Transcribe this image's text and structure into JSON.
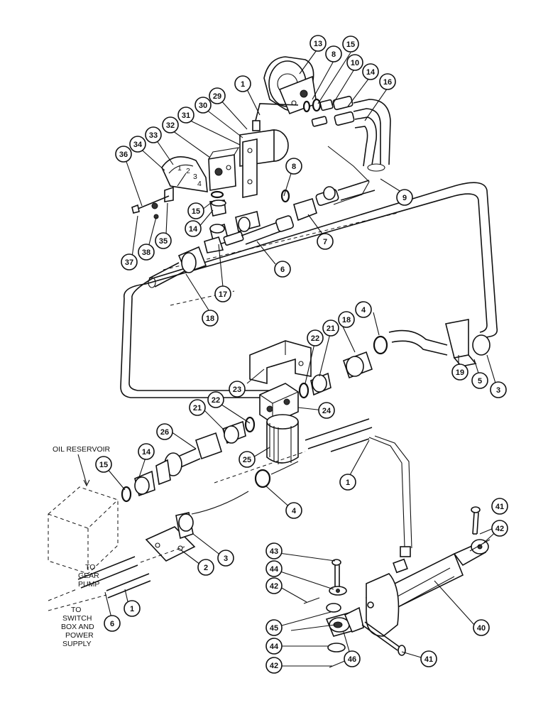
{
  "callouts": [
    {
      "id": "c13",
      "text": "13"
    },
    {
      "id": "c8a",
      "text": "8"
    },
    {
      "id": "c15a",
      "text": "15"
    },
    {
      "id": "c10",
      "text": "10"
    },
    {
      "id": "c14a",
      "text": "14"
    },
    {
      "id": "c16",
      "text": "16"
    },
    {
      "id": "c1a",
      "text": "1"
    },
    {
      "id": "c29",
      "text": "29"
    },
    {
      "id": "c30",
      "text": "30"
    },
    {
      "id": "c31",
      "text": "31"
    },
    {
      "id": "c32",
      "text": "32"
    },
    {
      "id": "c33",
      "text": "33"
    },
    {
      "id": "c34",
      "text": "34"
    },
    {
      "id": "c36",
      "text": "36"
    },
    {
      "id": "c8b",
      "text": "8"
    },
    {
      "id": "c9",
      "text": "9"
    },
    {
      "id": "c15b",
      "text": "15"
    },
    {
      "id": "c14b",
      "text": "14"
    },
    {
      "id": "c7",
      "text": "7"
    },
    {
      "id": "c37",
      "text": "37"
    },
    {
      "id": "c38",
      "text": "38"
    },
    {
      "id": "c35",
      "text": "35"
    },
    {
      "id": "c6a",
      "text": "6"
    },
    {
      "id": "c17",
      "text": "17"
    },
    {
      "id": "c18a",
      "text": "18"
    },
    {
      "id": "c18b",
      "text": "18"
    },
    {
      "id": "c4a",
      "text": "4"
    },
    {
      "id": "c22a",
      "text": "22"
    },
    {
      "id": "c21a",
      "text": "21"
    },
    {
      "id": "c19",
      "text": "19"
    },
    {
      "id": "c5",
      "text": "5"
    },
    {
      "id": "c3a",
      "text": "3"
    },
    {
      "id": "c23",
      "text": "23"
    },
    {
      "id": "c24",
      "text": "24"
    },
    {
      "id": "c21b",
      "text": "21"
    },
    {
      "id": "c22b",
      "text": "22"
    },
    {
      "id": "c26",
      "text": "26"
    },
    {
      "id": "c25",
      "text": "25"
    },
    {
      "id": "c14c",
      "text": "14"
    },
    {
      "id": "c15c",
      "text": "15"
    },
    {
      "id": "c1b",
      "text": "1"
    },
    {
      "id": "c4b",
      "text": "4"
    },
    {
      "id": "c2",
      "text": "2"
    },
    {
      "id": "c3b",
      "text": "3"
    },
    {
      "id": "c41a",
      "text": "41"
    },
    {
      "id": "c42a",
      "text": "42"
    },
    {
      "id": "c43",
      "text": "43"
    },
    {
      "id": "c44a",
      "text": "44"
    },
    {
      "id": "c42b",
      "text": "42"
    },
    {
      "id": "c45",
      "text": "45"
    },
    {
      "id": "c40",
      "text": "40"
    },
    {
      "id": "c6b",
      "text": "6"
    },
    {
      "id": "c1c",
      "text": "1"
    },
    {
      "id": "c44b",
      "text": "44"
    },
    {
      "id": "c46",
      "text": "46"
    },
    {
      "id": "c41b",
      "text": "41"
    },
    {
      "id": "c42c",
      "text": "42"
    }
  ],
  "captions": {
    "oil_reservoir": "OIL RESERVOIR",
    "to_gear_pump": [
      "TO",
      "GEAR",
      "PUMP"
    ],
    "to_switch_box": [
      "TO",
      "SWITCH",
      "BOX AND",
      "POWER",
      "SUPPLY"
    ]
  },
  "gauge_marks": [
    "1",
    "2",
    "3",
    "4"
  ],
  "colors": {
    "ink": "#111111",
    "paper": "#ffffff"
  }
}
